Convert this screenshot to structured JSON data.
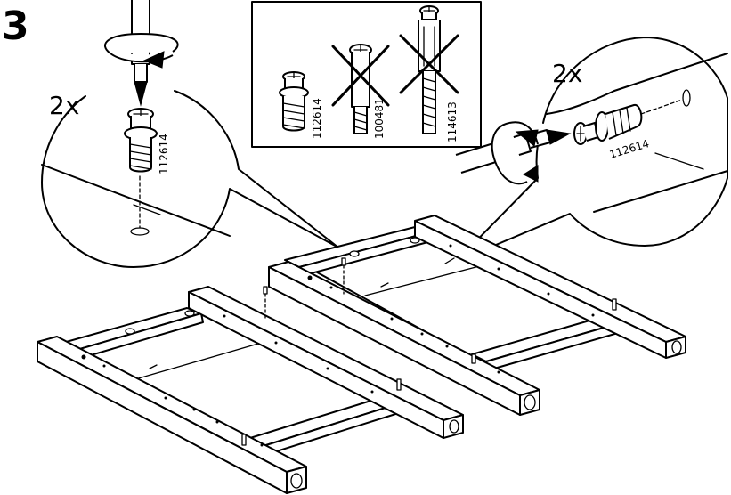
{
  "step_number": "3",
  "callout_left": {
    "quantity": "2x",
    "part_number": "112614"
  },
  "callout_right": {
    "quantity": "2x",
    "part_number": "112614"
  },
  "parts_box": {
    "parts": [
      {
        "part_number": "112614",
        "status": "correct"
      },
      {
        "part_number": "100481",
        "status": "crossed-out"
      },
      {
        "part_number": "114613",
        "status": "crossed-out"
      }
    ]
  },
  "icons": {
    "rotate": "rotate-clockwise-icon",
    "screwdriver": "screwdriver-icon",
    "cross": "cross-out-icon"
  },
  "colors": {
    "line": "#000000",
    "background": "#ffffff"
  }
}
